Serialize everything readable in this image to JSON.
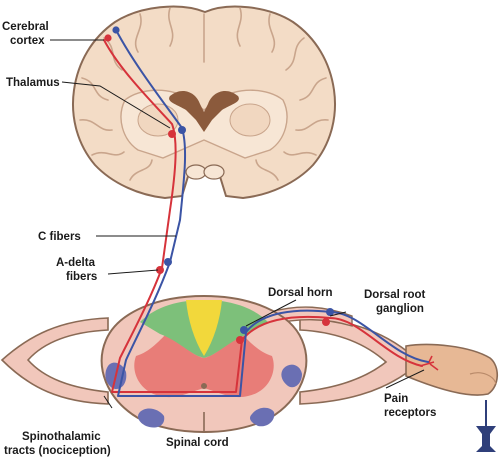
{
  "labels": {
    "cerebral_cortex_1": "Cerebral",
    "cerebral_cortex_2": "cortex",
    "thalamus": "Thalamus",
    "c_fibers": "C fibers",
    "a_delta_1": "A-delta",
    "a_delta_2": "fibers",
    "dorsal_horn": "Dorsal horn",
    "drg_1": "Dorsal root",
    "drg_2": "ganglion",
    "pain_1": "Pain",
    "pain_2": "receptors",
    "spinothalamic_1": "Spinothalamic",
    "spinothalamic_2": "tracts (nociception)",
    "spinal_cord": "Spinal cord"
  },
  "colors": {
    "brain_tissue": "#f3dcc6",
    "brain_outline": "#8a6a55",
    "ventricle": "#8b5a3c",
    "cord_white_matter": "#f1c7bb",
    "cord_gray_matter": "#e87d78",
    "dorsal_green": "#7dc07a",
    "dorsal_yellow": "#f2d83b",
    "tract_blue": "#6a6fb3",
    "fiber_red": "#d6333b",
    "fiber_blue": "#3b54a5",
    "finger": "#e7b895",
    "tack": "#2f3f7a"
  }
}
